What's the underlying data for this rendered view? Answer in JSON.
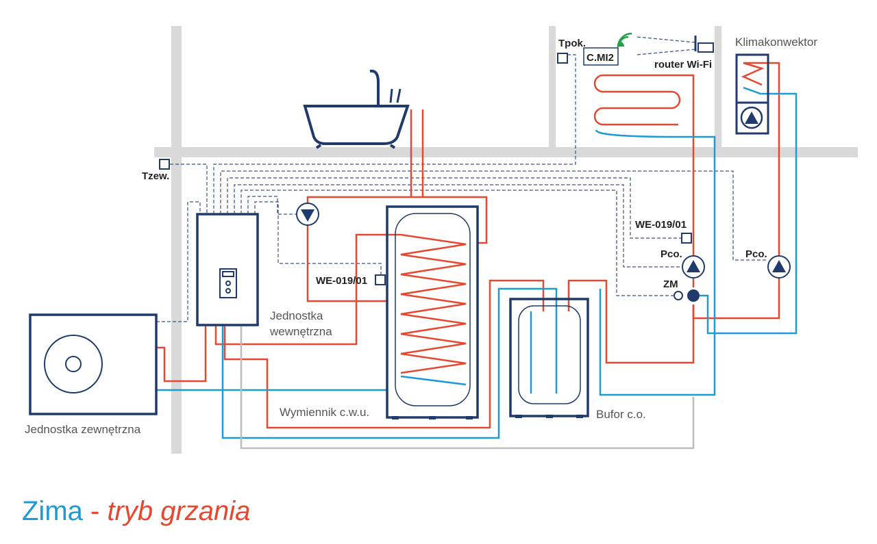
{
  "labels": {
    "tpok": "Tpok.",
    "cmi2": "C.MI2",
    "router": "router Wi-Fi",
    "klimakonwektor": "Klimakonwektor",
    "tzew": "Tzew.",
    "we019_left": "WE-019/01",
    "we019_right": "WE-019/01",
    "pco_1": "Pco.",
    "pco_2": "Pco.",
    "zm": "ZM",
    "indoor_1": "Jednostka",
    "indoor_2": "wewnętrzna",
    "outdoor": "Jednostka zewnętrzna",
    "exchanger": "Wymiennik c.w.u.",
    "buffer": "Bufor c.o."
  },
  "title": {
    "season": "Zima",
    "separator": " - ",
    "mode": "tryb grzania"
  },
  "colors": {
    "hot": "#e8472f",
    "cold": "#1a9ad6",
    "unit": "#1f3a6b",
    "wall": "#d9d9d9",
    "wifi": "#1fa14a"
  }
}
